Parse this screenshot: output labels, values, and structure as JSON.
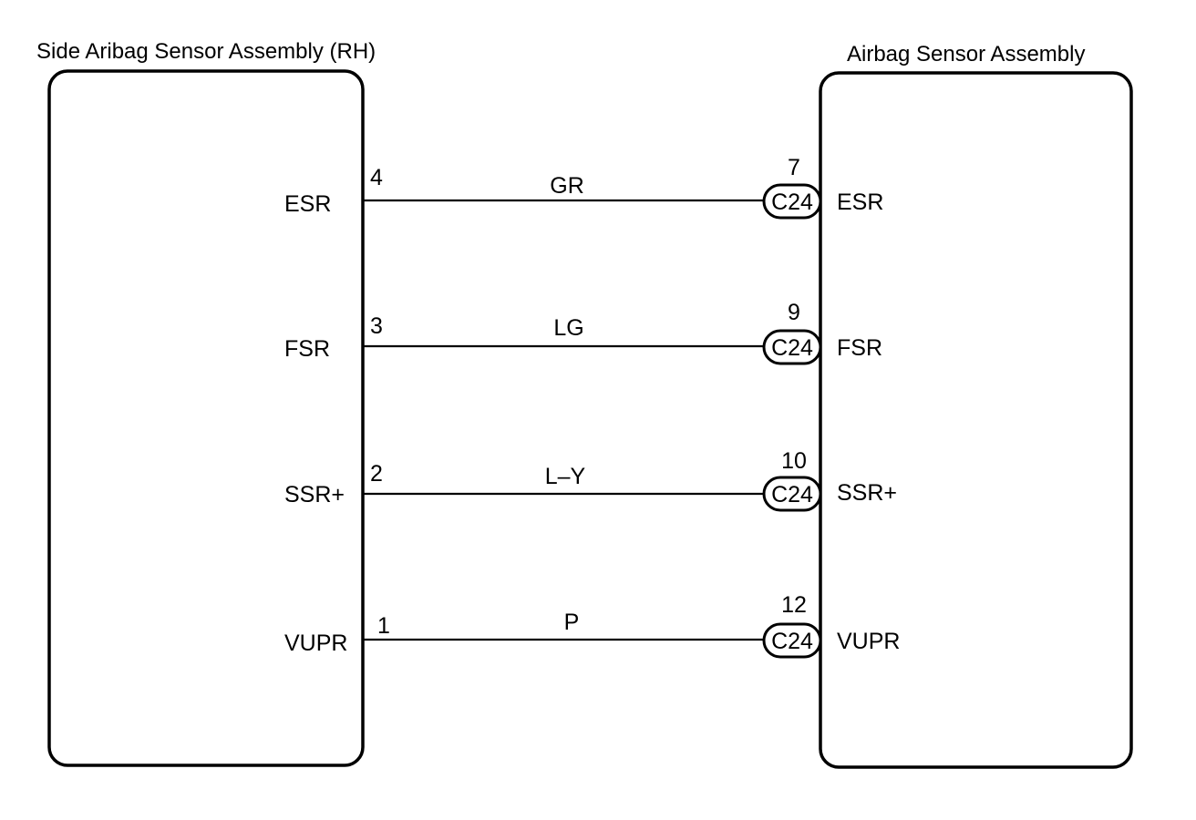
{
  "left_component": {
    "title": "Side Aribag Sensor Assembly (RH)"
  },
  "right_component": {
    "title": "Airbag Sensor Assembly"
  },
  "wires": [
    {
      "left_terminal": "ESR",
      "left_pin": "4",
      "color": "GR",
      "connector": "C24",
      "right_pin": "7",
      "right_terminal": "ESR"
    },
    {
      "left_terminal": "FSR",
      "left_pin": "3",
      "color": "LG",
      "connector": "C24",
      "right_pin": "9",
      "right_terminal": "FSR"
    },
    {
      "left_terminal": "SSR+",
      "left_pin": "2",
      "color": "L–Y",
      "connector": "C24",
      "right_pin": "10",
      "right_terminal": "SSR+"
    },
    {
      "left_terminal": "VUPR",
      "left_pin": "1",
      "color": "P",
      "connector": "C24",
      "right_pin": "12",
      "right_terminal": "VUPR"
    }
  ]
}
